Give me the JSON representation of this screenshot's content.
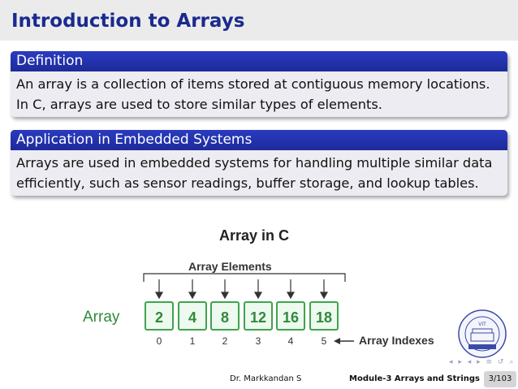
{
  "slide": {
    "title": "Introduction to Arrays"
  },
  "blocks": [
    {
      "heading": "Definition",
      "lines": [
        "An array is a collection of items stored at contiguous memory locations.",
        "In C, arrays are used to store similar types of elements."
      ]
    },
    {
      "heading": "Application in Embedded Systems",
      "lines": [
        "Arrays are used in embedded systems for handling multiple similar data",
        "efficiently, such as sensor readings, buffer storage, and lookup tables."
      ]
    }
  ],
  "diagram": {
    "title": "Array in C",
    "elements_label": "Array Elements",
    "array_label": "Array",
    "values": [
      "2",
      "4",
      "8",
      "12",
      "16",
      "18"
    ],
    "indexes": [
      "0",
      "1",
      "2",
      "3",
      "4",
      "5"
    ],
    "indexes_label": "Array Indexes",
    "colors": {
      "cell_border": "#3fa34d",
      "cell_text": "#2e8b3a"
    }
  },
  "footer": {
    "author": "Dr. Markkandan S",
    "module": "Module-3  Arrays and Strings",
    "page": "3/103"
  },
  "logo": {
    "text": "VIT"
  }
}
